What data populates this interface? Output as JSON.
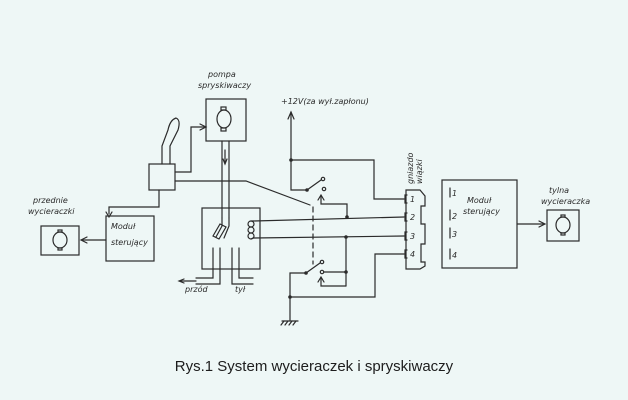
{
  "labels": {
    "pump": [
      "pompa",
      "spryskiwaczy"
    ],
    "power": "+12V(za wył.zapłonu)",
    "connector": [
      "gniazdo",
      "wiązki"
    ],
    "rear_wiper": [
      "tylna",
      "wycieraczka"
    ],
    "front_wipers": [
      "przednie",
      "wycieraczki"
    ],
    "front_module": [
      "Moduł",
      "sterujący"
    ],
    "rear_module": [
      "Moduł",
      "sterujący"
    ],
    "front_outlet": "przód",
    "rear_outlet": "tył",
    "connector_pins": [
      "1",
      "2",
      "3",
      "4"
    ],
    "module_pins": [
      "1",
      "2",
      "3",
      "4"
    ]
  },
  "caption": "Rys.1 System wycieraczek i spryskiwaczy",
  "colors": {
    "background": "#eef7f6",
    "ink": "#2b2b2b"
  }
}
